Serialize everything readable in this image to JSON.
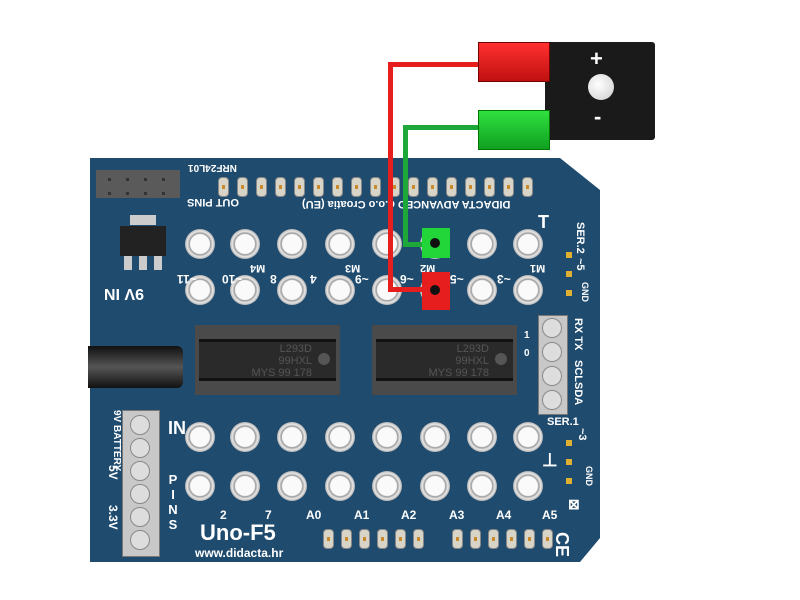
{
  "board": {
    "name": "Uno-F5",
    "url": "www.didacta.hr",
    "maker": "DIDACTA ADVANCED d.o.o Croatia (EU)",
    "out_pins": "OUT PINS",
    "nrf": "NRF24L01",
    "gnd": "GND",
    "ser2": "SER.2",
    "ser2_pin": "~5",
    "ser1": "SER.1",
    "ser1_pin": "~3",
    "ser1_gnd": "GND",
    "power": "9V IN",
    "in_label": "IN",
    "pins_label": "PINS",
    "tx_rx": "RX TX",
    "scl_sda": "SCLSDA",
    "uart_0": "0",
    "uart_1": "1",
    "battery": "9V BATTERY",
    "v5": "5V",
    "v33": "3.3V",
    "ce": "CE"
  },
  "motor_labels": [
    "M4",
    "M3",
    "M2",
    "M1"
  ],
  "top_pins": [
    "~11",
    "~10",
    "8",
    "4",
    "~9",
    "~6",
    "~5",
    "~3"
  ],
  "bottom_pins": [
    "2",
    "7",
    "A0",
    "A1",
    "A2",
    "A3",
    "A4",
    "A5"
  ],
  "chips": [
    {
      "l1": "L293D",
      "l2": "99HXL",
      "l3": "MYS  99 178"
    },
    {
      "l1": "L293D",
      "l2": "99HXL",
      "l3": "MYS  99 178"
    }
  ],
  "module": {
    "plus": "+",
    "minus": "-"
  },
  "colors": {
    "board": "#1f4b6f",
    "red": "#e61e1e",
    "green": "#1fbf3a"
  }
}
